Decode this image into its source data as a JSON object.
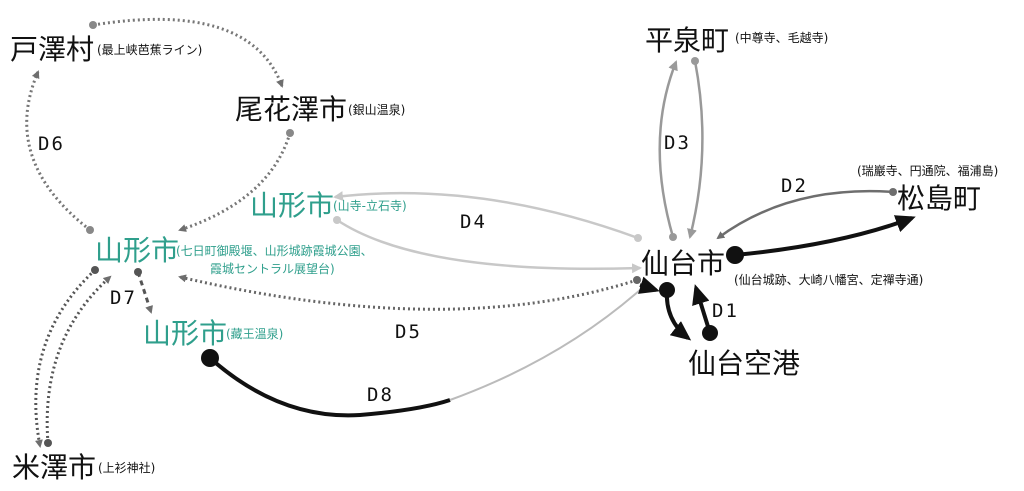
{
  "nodes": {
    "tozawa": {
      "name": "戸澤村",
      "note": "(最上峡芭蕉ライン)"
    },
    "obanazawa": {
      "name": "尾花澤市",
      "note": "(銀山温泉)"
    },
    "yamagata_yamadera": {
      "name": "山形市",
      "note": "(山寺-立石寺)"
    },
    "yamagata_main": {
      "name": "山形市",
      "note_line1": "(七日町御殿堰、山形城跡霞城公園、",
      "note_line2": "霞城セントラル展望台)"
    },
    "yamagata_zao": {
      "name": "山形市",
      "note": "(藏王溫泉)"
    },
    "yonezawa": {
      "name": "米澤市",
      "note": "(上衫神社)"
    },
    "hiraizumi": {
      "name": "平泉町",
      "note": "(中尊寺、毛越寺)"
    },
    "matsushima": {
      "name": "松島町",
      "note": "(瑞巖寺、円通院、福浦島)"
    },
    "sendai": {
      "name": "仙台市",
      "note": "(仙台城跡、大崎八幡宮、定禪寺通)"
    },
    "sendai_airport": {
      "name": "仙台空港"
    }
  },
  "edges": [
    "D1",
    "D2",
    "D3",
    "D4",
    "D5",
    "D6",
    "D7",
    "D8"
  ],
  "colors": {
    "teal": "#2f9f8c",
    "dark": "#111111",
    "mid": "#6e6e6e",
    "light": "#c8c8c8"
  }
}
